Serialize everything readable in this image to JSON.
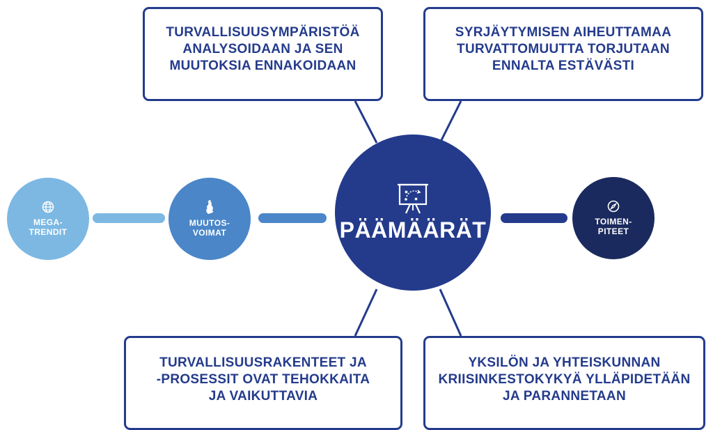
{
  "boxes": {
    "top_left": "TURVALLISUUSYMPÄRISTÖÄ\nANALYSOIDAAN JA SEN\nMUUTOKSIA ENNAKOIDAAN",
    "top_right": "SYRJÄYTYMISEN AIHEUTTAMAA\nTURVATTOMUUTTA TORJUTAAN\nENNALTA ESTÄVÄSTI",
    "bottom_left": "TURVALLISUUSRAKENTEET JA\n-PROSESSIT OVAT TEHOKKAITA\nJA VAIKUTTAVIA",
    "bottom_right": "YKSILÖN JA YHTEISKUNNAN\nKRIISINKESTOKYKYÄ YLLÄPIDETÄÄN\nJA PARANNETAAN"
  },
  "nodes": {
    "megatrendit": "MEGA-\nTRENDIT",
    "muutosvoimat": "MUUTOS-\nVOIMAT",
    "paamaarat": "PÄÄMÄÄRÄT",
    "toimenpiteet": "TOIMEN-\nPITEET"
  },
  "icons": {
    "megatrendit": "globe-icon",
    "muutosvoimat": "finland-map-icon",
    "paamaarat": "strategy-board-icon",
    "toimenpiteet": "compass-icon"
  },
  "colors": {
    "megatrendit": "#7cb8e2",
    "muutosvoimat": "#4a86c8",
    "paamaarat": "#243b8c",
    "toimenpiteet": "#1b2a5e",
    "box_border": "#243b8c",
    "text": "#243b8c"
  }
}
